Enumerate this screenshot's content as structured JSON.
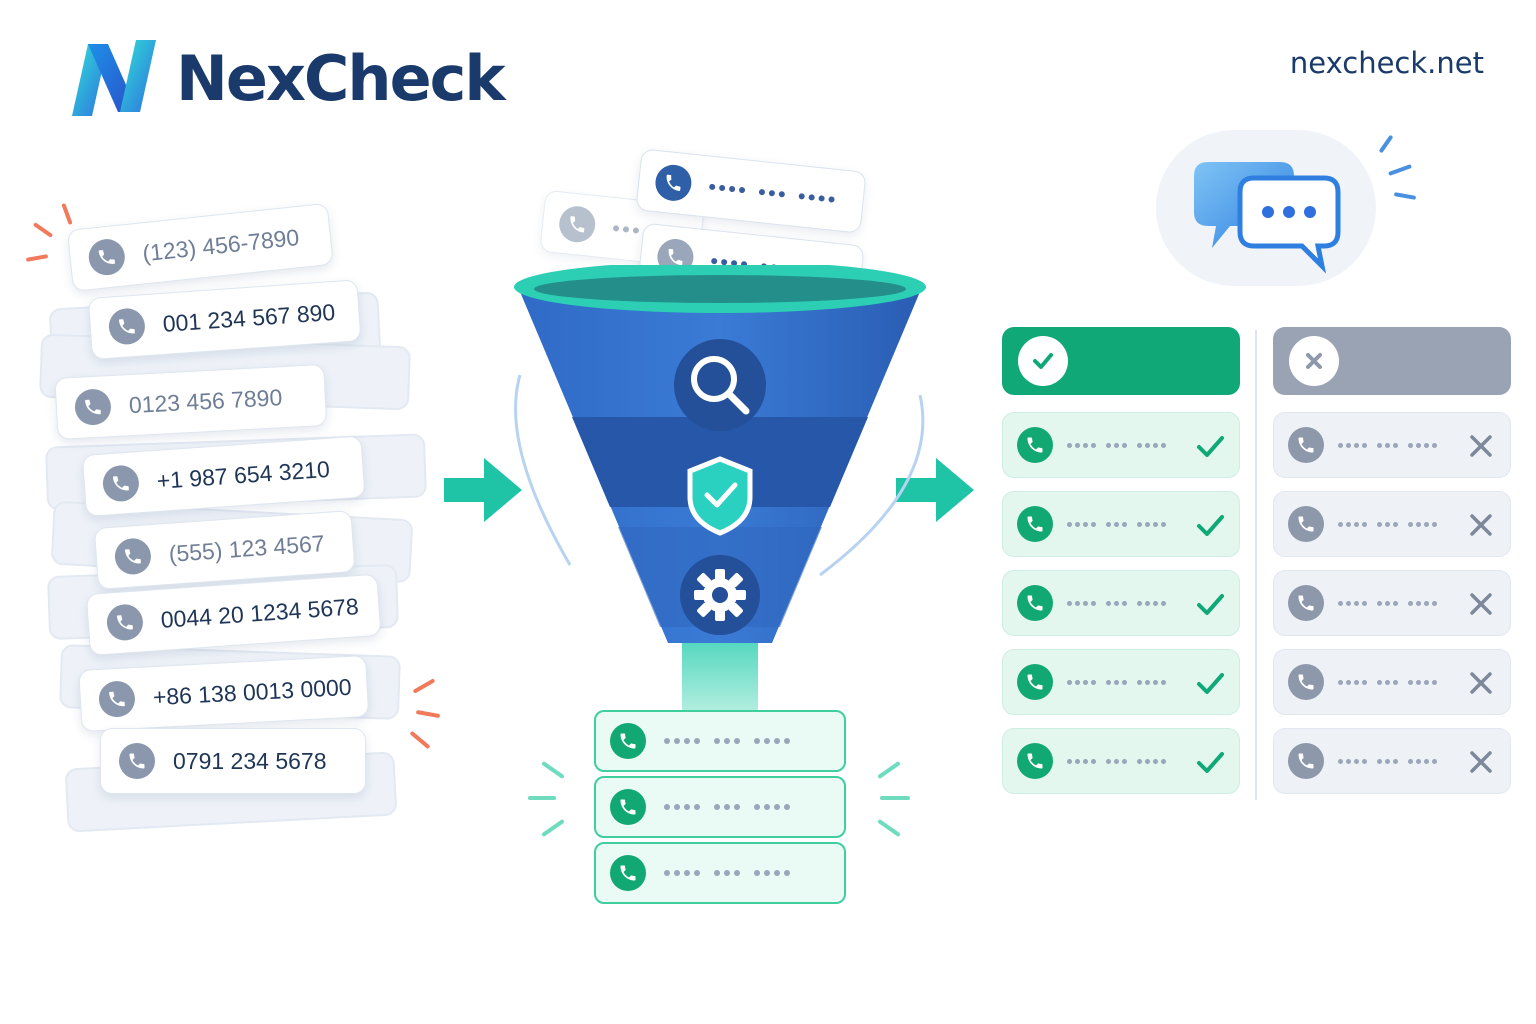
{
  "brand": {
    "name": "NexCheck",
    "url": "nexcheck.net",
    "colors": {
      "navy": "#1a3a6b",
      "logo_cyan": "#2ad4e0",
      "logo_blue": "#2f6fe0"
    }
  },
  "input_numbers": [
    "(123) 456-7890",
    "001 234 567 890",
    "0123 456 7890",
    "+1 987 654 3210",
    "(555) 123 4567",
    "0044 20 1234 5678",
    "+86 138 0013 0000",
    "0791 234 5678"
  ],
  "funnel": {
    "stages": [
      "search-icon",
      "shield-check-icon",
      "gear-icon"
    ],
    "colors": {
      "rim": "#2ccfb4",
      "body": "#2f65bd",
      "band": "#2556a6",
      "neck": "#5fdcc0"
    }
  },
  "outputs": {
    "count": 3,
    "color": "#12a874"
  },
  "results": {
    "valid": {
      "icon": "check-circle-icon",
      "count": 5,
      "color": "#10a877"
    },
    "invalid": {
      "icon": "x-circle-icon",
      "count": 5,
      "color": "#9aa3b3"
    }
  },
  "notification": {
    "icon": "chat-bubbles-icon"
  }
}
